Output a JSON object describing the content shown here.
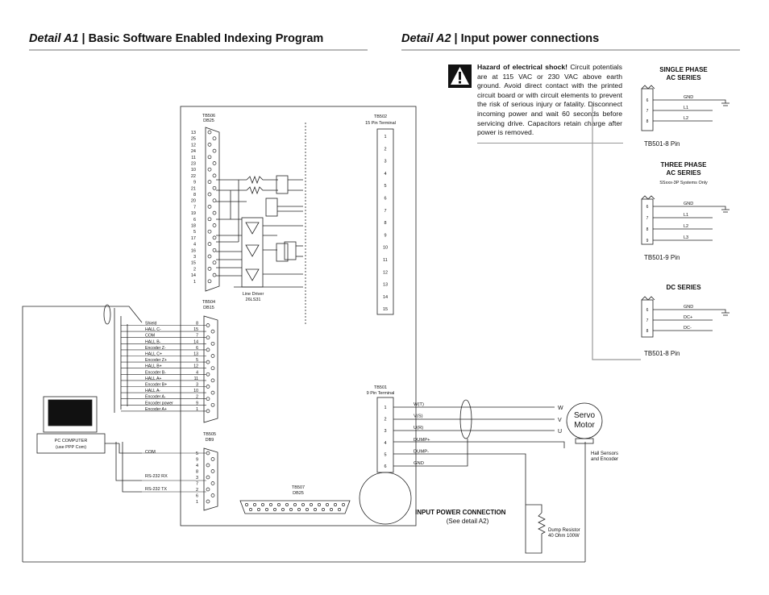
{
  "headings": {
    "a1_detail": "Detail A1",
    "a1_sep": " | ",
    "a1_title": "Basic Software Enabled Indexing Program",
    "a2_detail": "Detail A2",
    "a2_sep": " | ",
    "a2_title": "Input power connections"
  },
  "warning": {
    "bold": "Hazard of electrical shock!",
    "text": " Circuit potentials are at 115 VAC or 230 VAC above earth ground. Avoid direct contact with the printed circuit board or with circuit elements to prevent the risk of serious injury or fatality. Disconnect incoming power and wait 60 seconds before servicing drive. Capacitors retain charge after power is removed."
  },
  "tb506": {
    "name": "TB506",
    "type": "DB25",
    "pins": [
      "13",
      "25",
      "12",
      "24",
      "11",
      "23",
      "10",
      "22",
      "9",
      "21",
      "8",
      "20",
      "7",
      "19",
      "6",
      "18",
      "5",
      "17",
      "4",
      "16",
      "3",
      "15",
      "2",
      "14",
      "1"
    ]
  },
  "tb502": {
    "name": "TB502",
    "type": "15 Pin Terminal",
    "pins": [
      "1",
      "2",
      "3",
      "4",
      "5",
      "6",
      "7",
      "8",
      "9",
      "10",
      "11",
      "12",
      "13",
      "14",
      "15"
    ]
  },
  "line_driver": {
    "label": "Line Driver",
    "part": "26LS31"
  },
  "tb504": {
    "name": "TB504",
    "type": "DB15",
    "rows": [
      {
        "signal": "Shield",
        "pin": "8"
      },
      {
        "signal": "HALL C-",
        "pin": "15"
      },
      {
        "signal": "COM",
        "pin": "7"
      },
      {
        "signal": "HALL B-",
        "pin": "14"
      },
      {
        "signal": "Encoder Z-",
        "pin": "6"
      },
      {
        "signal": "HALL C+",
        "pin": "13"
      },
      {
        "signal": "Encoder Z+",
        "pin": "5"
      },
      {
        "signal": "HALL B+",
        "pin": "12"
      },
      {
        "signal": "Encoder B-",
        "pin": "4"
      },
      {
        "signal": "HALL A+",
        "pin": "11"
      },
      {
        "signal": "Encoder B+",
        "pin": "3"
      },
      {
        "signal": "HALL A-",
        "pin": "10"
      },
      {
        "signal": "Encoder A-",
        "pin": "2"
      },
      {
        "signal": "Encoder power",
        "pin": "9"
      },
      {
        "signal": "Encoder A+",
        "pin": "1"
      }
    ]
  },
  "tb505": {
    "name": "TB505",
    "type": "DB9",
    "pins": [
      "5",
      "9",
      "4",
      "8",
      "3",
      "7",
      "2",
      "6",
      "1"
    ],
    "com_label": "COM",
    "rx_label": "RS-232 RX",
    "tx_label": "RS-232 TX"
  },
  "tb507": {
    "name": "TB507",
    "type": "DB25"
  },
  "tb501": {
    "name": "TB501",
    "type": "9 Pin Terminal",
    "rows": [
      {
        "pin": "1",
        "signal": "W(T)"
      },
      {
        "pin": "2",
        "signal": "V(S)"
      },
      {
        "pin": "3",
        "signal": "U(R)"
      },
      {
        "pin": "4",
        "signal": "DUMP+"
      },
      {
        "pin": "5",
        "signal": "DUMP-"
      },
      {
        "pin": "6",
        "signal": "GND"
      }
    ]
  },
  "pc": {
    "line1": "PC COMPUTER",
    "line2": "(use PPP Com)"
  },
  "motor": {
    "line1": "Servo",
    "line2": "Motor",
    "phases": [
      "W",
      "V",
      "U"
    ],
    "hall_line1": "Hall Sensors",
    "hall_line2": "and Encoder"
  },
  "input_power": {
    "label": "INPUT POWER CONNECTION",
    "sub": "(See detail A2)"
  },
  "dump_resistor": {
    "line1": "Dump Resistor",
    "line2": "40 Ohm 100W"
  },
  "single_phase": {
    "title1": "SINGLE PHASE",
    "title2": "AC SERIES",
    "pins": [
      "6",
      "7",
      "8"
    ],
    "signals": [
      "GND",
      "L1",
      "L2"
    ],
    "caption": "TB501-8 Pin"
  },
  "three_phase": {
    "title1": "THREE PHASE",
    "title2": "AC SERIES",
    "note": "SSxxx-3P Systems Only",
    "pins": [
      "6",
      "7",
      "8",
      "9"
    ],
    "signals": [
      "GND",
      "L1",
      "L2",
      "L3"
    ],
    "caption": "TB501-9 Pin"
  },
  "dc_series": {
    "title1": "DC SERIES",
    "pins": [
      "6",
      "7",
      "8"
    ],
    "signals": [
      "GND",
      "DC+",
      "DC-"
    ],
    "caption": "TB501-8 Pin"
  }
}
